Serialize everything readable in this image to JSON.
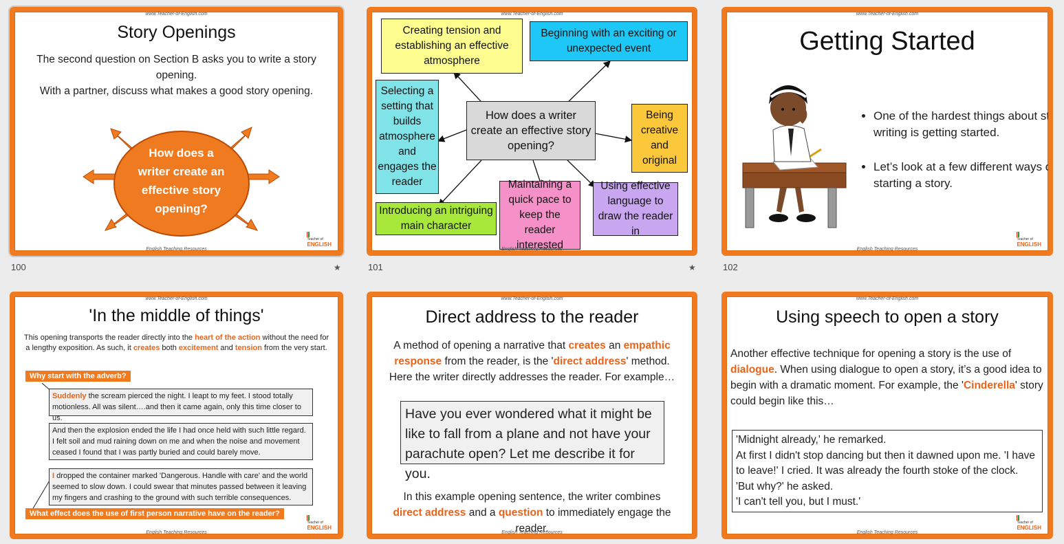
{
  "common": {
    "site": "www.Teacher-of-English.com",
    "footer": "English Teaching Resources",
    "logo_small": "Teacher of",
    "logo_big": "ENGLISH"
  },
  "slide100": {
    "number": "100",
    "title": "Story Openings",
    "line1": "The second question on Section B asks you to write a story opening.",
    "line2": "With a partner, discuss what makes a good story opening.",
    "bubble_text": "How does a writer create an effective story opening?"
  },
  "slide101": {
    "number": "101",
    "center": "How does a writer create an effective story opening?",
    "boxes": [
      {
        "text": "Creating tension and establishing an effective atmosphere",
        "color": "#fdfd8f"
      },
      {
        "text": "Beginning with an exciting or unexpected event",
        "color": "#1ec8f6"
      },
      {
        "text": "Selecting a setting that builds atmosphere and engages the reader",
        "color": "#7fe3e8"
      },
      {
        "text": "Being creative and original",
        "color": "#fbc83c"
      },
      {
        "text": "Introducing an intriguing main character",
        "color": "#a8e83a"
      },
      {
        "text": "Maintaining a quick pace to keep the reader interested",
        "color": "#f590c8"
      },
      {
        "text": "Using effective language to draw the reader in",
        "color": "#c9a6f0"
      }
    ]
  },
  "slide102": {
    "number": "102",
    "title": "Getting Started",
    "bullet1": "One of the hardest things about story writing is getting started.",
    "bullet2": "Let’s look at a few different ways of starting a story."
  },
  "slide103": {
    "title": "'In the middle of things'",
    "intro_a": "This opening transports the reader directly into the ",
    "intro_b": "heart of the action",
    "intro_c": " without the need for a lengthy exposition. As such, it ",
    "intro_d": "creates",
    "intro_e": " both ",
    "intro_f": "excitement",
    "intro_g": " and ",
    "intro_h": "tension",
    "intro_i": " from the very start.",
    "tag1": "Why start with the adverb?",
    "q1_hl": "Suddenly",
    "q1_rest": " the scream pierced the night. I leapt to my feet. I stood totally motionless. All was silent….and then it came again, only this time closer to us.",
    "q2": "And then the explosion ended the life I had once held with such little regard. I felt soil and mud raining down on me and when the noise and movement ceased I found that I was partly buried and could barely move.",
    "q3_hl": "I",
    "q3_rest": " dropped the container marked 'Dangerous. Handle with care' and the world seemed to slow down. I could swear that minutes passed between it leaving my fingers and crashing to the ground with such terrible consequences.",
    "tag2": "What effect does the use of first person narrative have on the reader?"
  },
  "slide104": {
    "title": "Direct address to the reader",
    "p_a": "A method of opening a narrative that ",
    "p_b": "creates",
    "p_c": " an ",
    "p_d": "empathic response",
    "p_e": " from the reader, is the '",
    "p_f": "direct address",
    "p_g": "' method. Here the writer directly addresses the reader. For example…",
    "quote": "Have you ever wondered what it might be like to fall from a plane and not have your parachute open? Let me describe it for you.",
    "e_a": "In this example opening sentence, the writer combines ",
    "e_b": "direct address",
    "e_c": " and a ",
    "e_d": "question",
    "e_e": " to immediately engage the reader."
  },
  "slide105": {
    "title": "Using speech to open a story",
    "p_a": "Another effective technique for opening a story is the use of ",
    "p_b": "dialogue",
    "p_c": ". When using dialogue to open a story, it’s a good idea to begin with a dramatic moment. For example, the '",
    "p_d": "Cinderella",
    "p_e": "' story could begin like this…",
    "lines": [
      "'Midnight already,' he remarked.",
      "At first I didn't stop dancing but then it dawned upon me. 'I have to leave!' I cried. It was already the fourth stoke of the clock.",
      "'But why?' he asked.",
      "'I can't tell you, but I must.'"
    ]
  }
}
